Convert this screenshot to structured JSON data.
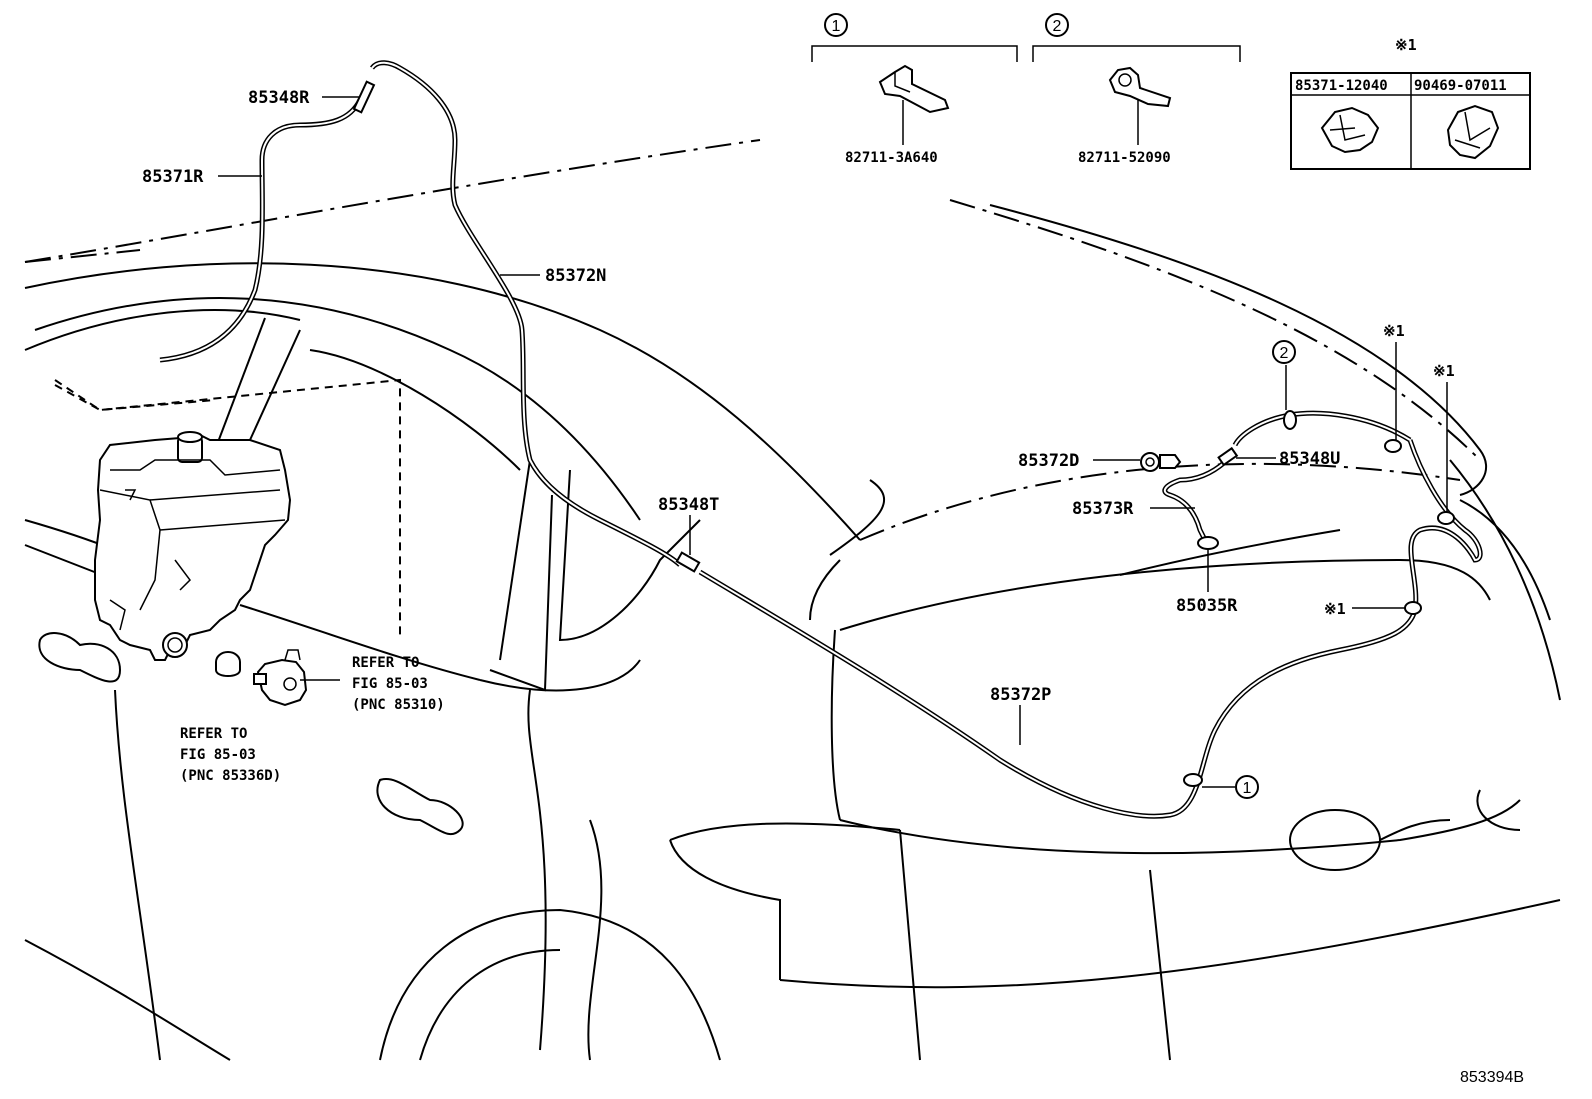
{
  "diagram": {
    "figure_code": "853394B",
    "callouts": {
      "c85348R": "85348R",
      "c85371R": "85371R",
      "c85372N": "85372N",
      "c85348T": "85348T",
      "c85372D": "85372D",
      "c85348U": "85348U",
      "c85373R": "85373R",
      "c85035R": "85035R",
      "c85372P": "85372P"
    },
    "references": {
      "ref1": {
        "line1": "REFER TO",
        "line2": "FIG 85-03",
        "line3": "(PNC 85310)"
      },
      "ref2": {
        "line1": "REFER TO",
        "line2": "FIG 85-03",
        "line3": "(PNC 85336D)"
      }
    },
    "legend": {
      "group1_number": "1",
      "group1_part": "82711-3A640",
      "group2_number": "2",
      "group2_part": "82711-52090",
      "note_mark": "※1",
      "note_part_a": "85371-12040",
      "note_part_b": "90469-07011"
    },
    "markers": {
      "circle1": "1",
      "circle2": "2",
      "note_mark": "※1"
    }
  }
}
